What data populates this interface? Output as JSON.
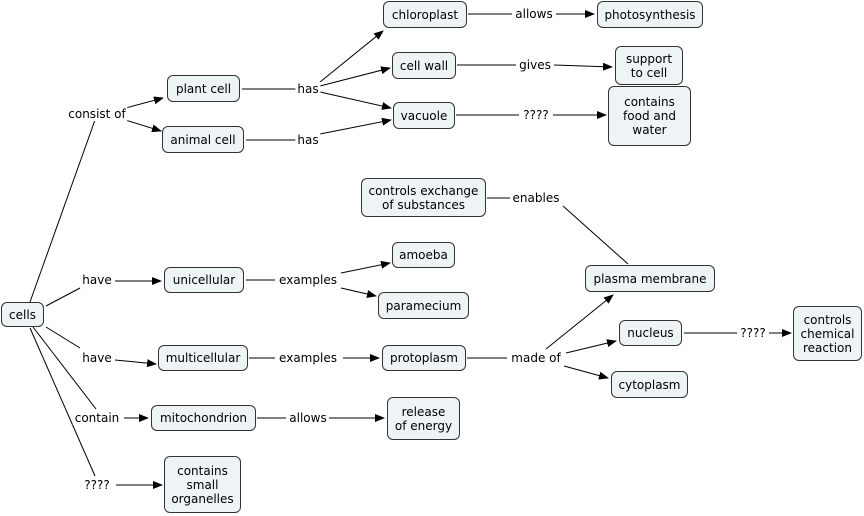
{
  "nodes": {
    "cells": "cells",
    "plant_cell": "plant cell",
    "animal_cell": "animal cell",
    "chloroplast": "chloroplast",
    "cell_wall": "cell wall",
    "vacuole": "vacuole",
    "photosynthesis": "photosynthesis",
    "support": "support\nto cell",
    "food_water": "contains\nfood and\nwater",
    "controls_exchange": "controls exchange\nof substances",
    "amoeba": "amoeba",
    "unicellular": "unicellular",
    "paramecium": "paramecium",
    "plasma_membrane": "plasma membrane",
    "multicellular": "multicellular",
    "protoplasm": "protoplasm",
    "nucleus": "nucleus",
    "controls_reaction": "controls\nchemical\nreaction",
    "cytoplasm": "cytoplasm",
    "mitochondrion": "mitochondrion",
    "release_energy": "release\nof energy",
    "organelles": "contains\nsmall\norganelles"
  },
  "links": {
    "consist_of": "consist of",
    "has_plant": "has",
    "has_animal": "has",
    "allows_chloro": "allows",
    "gives": "gives",
    "unknown_vacuole": "????",
    "enables": "enables",
    "have_uni": "have",
    "examples_uni": "examples",
    "have_multi": "have",
    "examples_multi": "examples",
    "made_of": "made of",
    "unknown_nucleus": "????",
    "contain": "contain",
    "allows_mito": "allows",
    "unknown_cells": "????"
  }
}
